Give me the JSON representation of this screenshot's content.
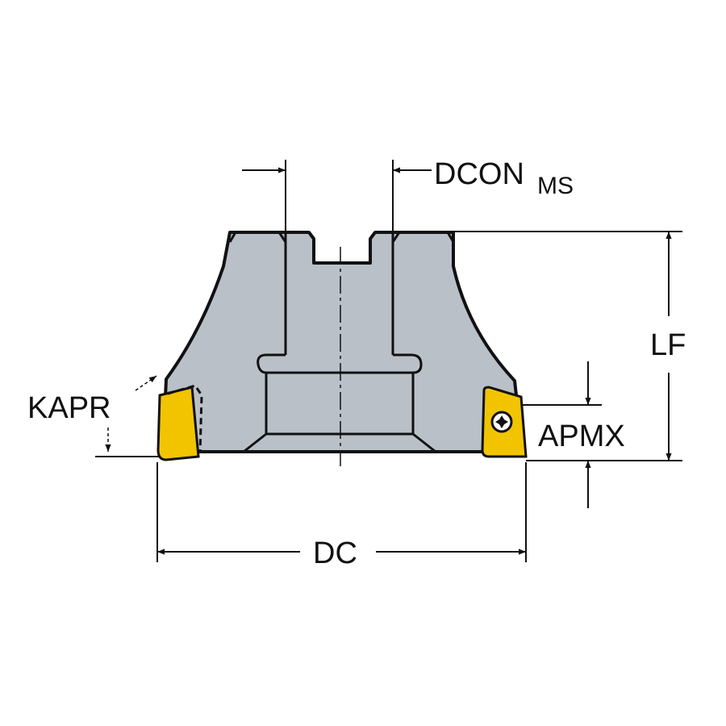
{
  "labels": {
    "dcon_main": "DCON",
    "dcon_sub": "MS",
    "lf": "LF",
    "kapr": "KAPR",
    "apmx": "APMX",
    "dc": "DC"
  },
  "colors": {
    "body": "#b9c0c8",
    "outline": "#111111",
    "insert": "#f2c400",
    "background": "#ffffff"
  },
  "icons": {
    "screw": "torx-screw-icon"
  }
}
